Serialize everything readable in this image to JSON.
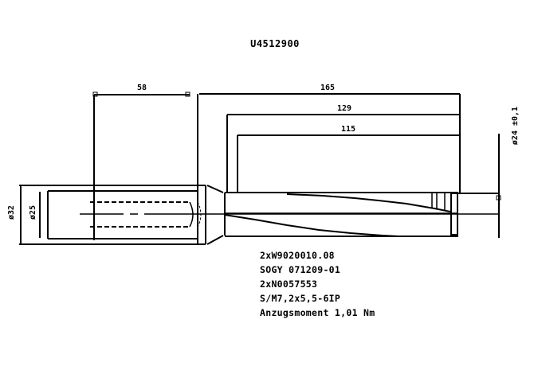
{
  "title": "U4512900",
  "dimensions": {
    "shank_length": "58",
    "overall_length": "165",
    "flute_length": "129",
    "usable_length": "115",
    "shank_outer_diameter": "ø32",
    "shank_inner_diameter": "ø25",
    "drill_diameter": "ø24 ±0,1"
  },
  "notes": [
    "2xW9020010.08",
    "SOGY 071209-01",
    "2xN0057553",
    "S/M7,2x5,5-6IP",
    "Anzugsmoment 1,01 Nm"
  ],
  "colors": {
    "line": "#000000",
    "background": "#ffffff"
  }
}
